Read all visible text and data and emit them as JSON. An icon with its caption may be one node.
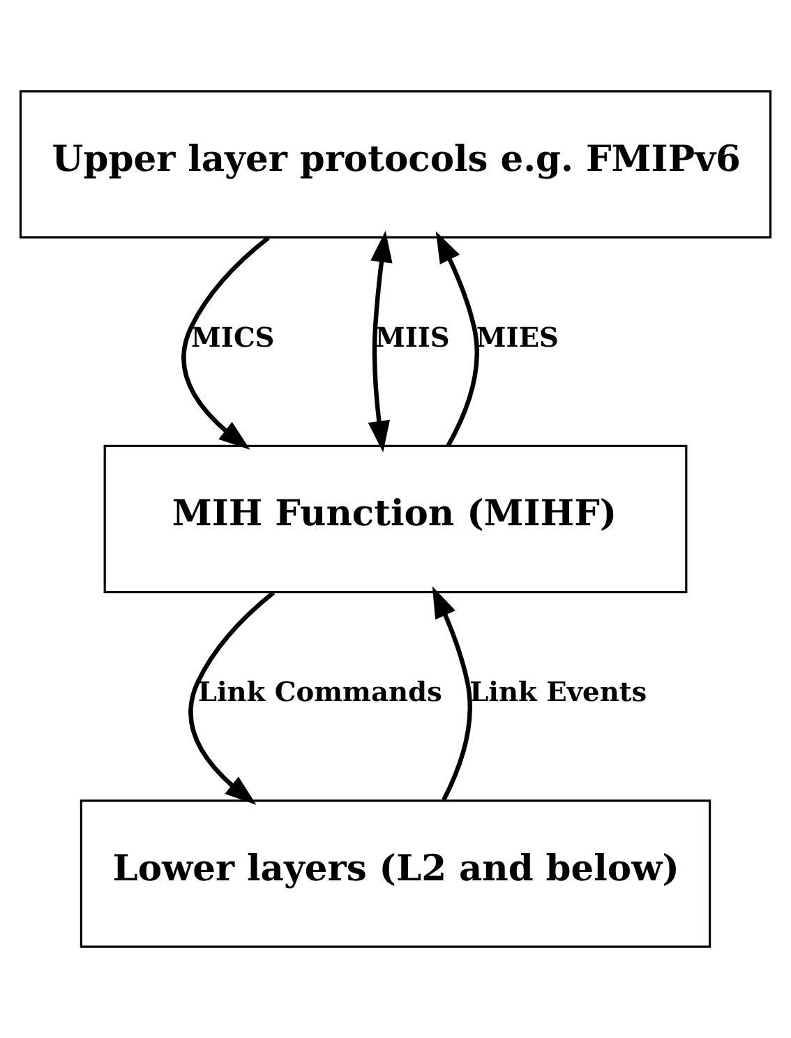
{
  "diagram": {
    "nodes": [
      {
        "text": [
          "Upper layer protocols e.g. FMIPv6"
        ]
      },
      {
        "text": [
          "MIH Function (MIHF)"
        ]
      },
      {
        "text": [
          "Lower layers (L2 and below)"
        ]
      }
    ],
    "edges": [
      {
        "from": 1,
        "to": 0,
        "arrow": "to",
        "label": "MIES"
      },
      {
        "from": 0,
        "to": 1,
        "arrow": "to",
        "label": "MICS"
      },
      {
        "from": 0,
        "to": 1,
        "arrow": "both",
        "label": "MIIS"
      },
      {
        "from": 2,
        "to": 1,
        "arrow": "to",
        "label": "Link Events"
      },
      {
        "from": 1,
        "to": 2,
        "arrow": "to",
        "label": "Link Commands"
      }
    ]
  }
}
